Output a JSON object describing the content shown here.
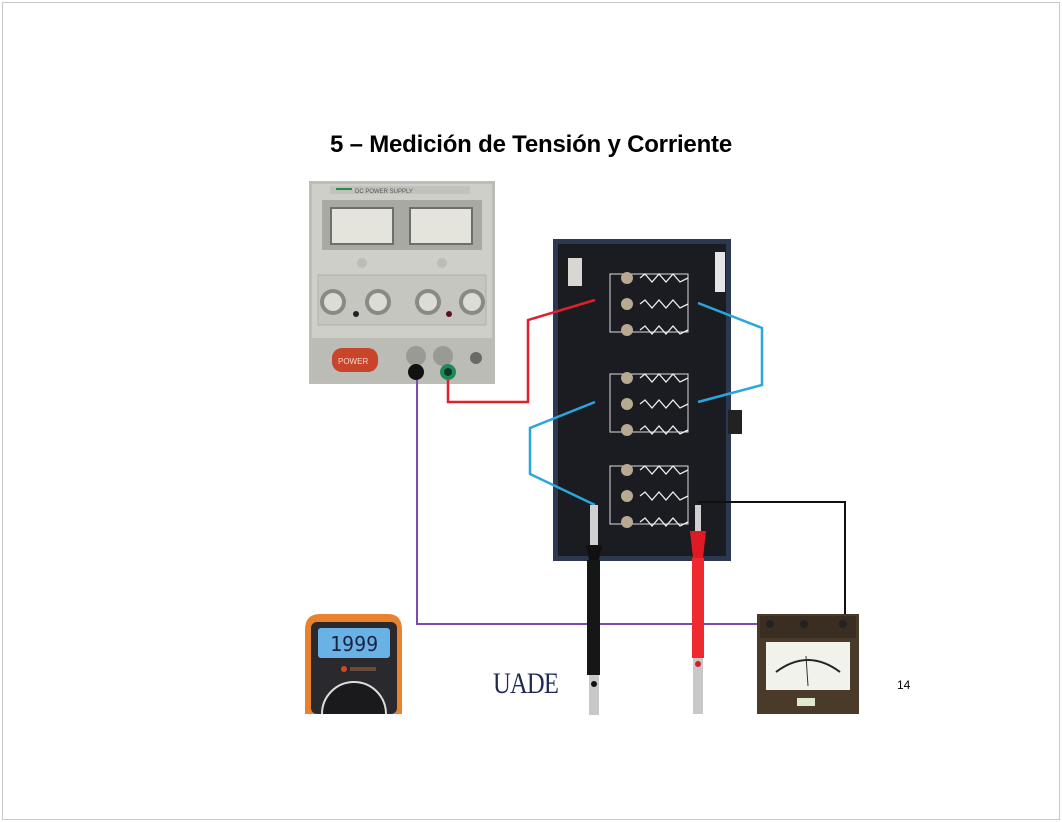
{
  "slide": {
    "title": "5 – Medición de Tensión y Corriente",
    "page_number": "14",
    "logo_text": "UADE"
  },
  "devices": {
    "power_supply": {
      "label": "DC POWER SUPPLY",
      "power_button_label": "POWER"
    },
    "multimeter": {
      "display_value": "1999"
    },
    "resistor_board": {
      "groups": 3
    },
    "analog_meter": {}
  },
  "wires": {
    "colors": {
      "red": "#e0202a",
      "blue": "#2aa6dc",
      "purple": "#7a4cb0",
      "black": "#111111"
    }
  }
}
